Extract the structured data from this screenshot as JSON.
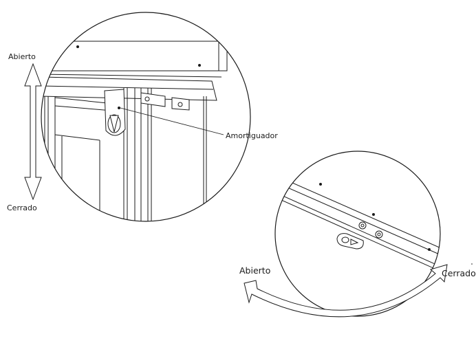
{
  "labels": {
    "top_open": "Abierto",
    "top_closed": "Cerrado",
    "damper": "Amortiguador",
    "bottom_open": "Abierto",
    "bottom_closed": "Cerrado"
  },
  "colors": {
    "line": "#1a1a1a",
    "background": "#ffffff"
  }
}
